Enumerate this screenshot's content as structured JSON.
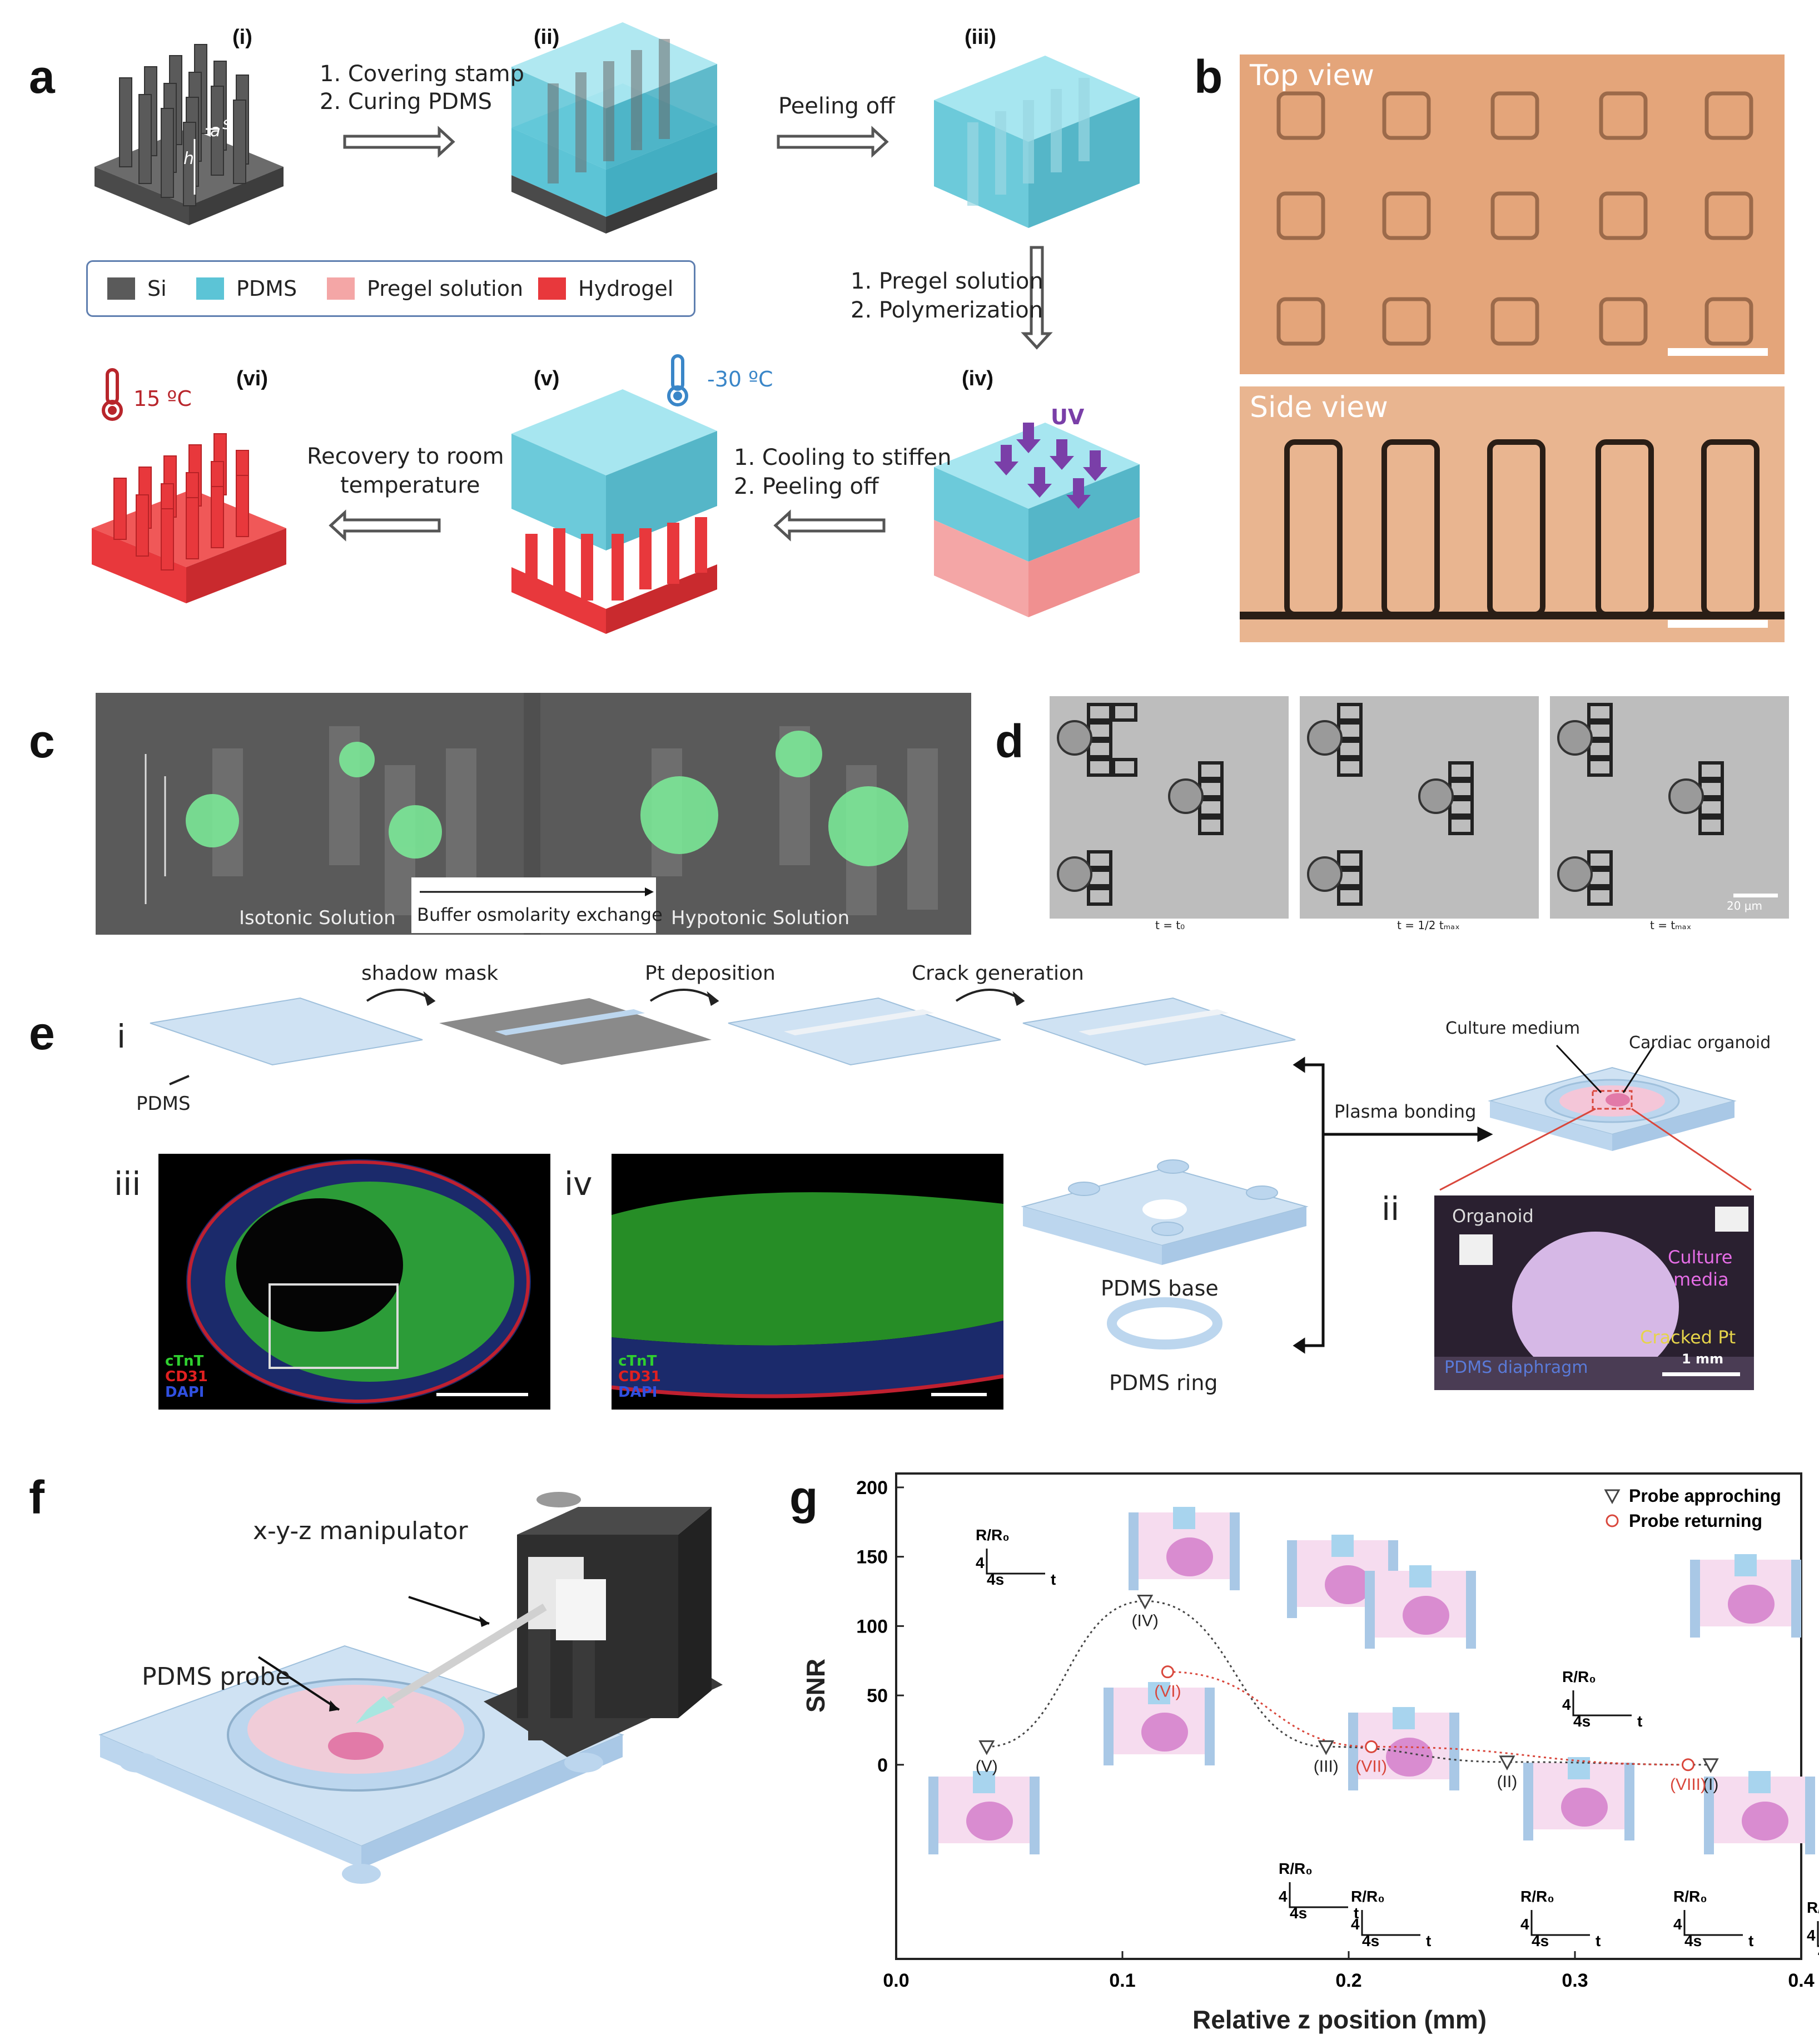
{
  "panel_labels": {
    "a": "a",
    "b": "b",
    "c": "c",
    "d": "d",
    "e": "e",
    "f": "f",
    "g": "g"
  },
  "panel_a": {
    "steps": {
      "i": "(i)",
      "ii": "(ii)",
      "iii": "(iii)",
      "iv": "(iv)",
      "v": "(v)",
      "vi": "(vi)"
    },
    "dims": {
      "a": "a",
      "s": "s",
      "h": "h"
    },
    "arrow1_line1": "1. Covering stamp",
    "arrow1_line2": "2. Curing PDMS",
    "arrow2": "Peeling off",
    "arrow3_line1": "1. Pregel solution",
    "arrow3_line2": "2. Polymerization",
    "arrow4_line1": "1. Cooling to stiffen",
    "arrow4_line2": "2. Peeling off",
    "arrow5_line1": "Recovery to room",
    "arrow5_line2": "temperature",
    "uv_label": "UV",
    "cold_temp": "-30 ºC",
    "warm_temp": "15 ºC",
    "legend": [
      {
        "label": "Si",
        "color": "#5a5a5a"
      },
      {
        "label": "PDMS",
        "color": "#5cc4d6"
      },
      {
        "label": "Pregel solution",
        "color": "#f4a6a6"
      },
      {
        "label": "Hydrogel",
        "color": "#e8383c"
      }
    ]
  },
  "panel_b": {
    "top_title": "Top view",
    "side_title": "Side view"
  },
  "panel_c": {
    "left_caption": "Isotonic Solution",
    "middle_caption": "Buffer osmolarity exchange",
    "right_caption": "Hypotonic Solution"
  },
  "panel_d": {
    "captions": [
      "t = t₀",
      "t = 1/2 tₘₐₓ",
      "t = tₘₐₓ"
    ],
    "scale": "20 μm"
  },
  "panel_e": {
    "roman": {
      "i": "i",
      "ii": "ii",
      "iii": "iii",
      "iv": "iv"
    },
    "shadow_mask": "shadow mask",
    "pt_deposition": "Pt deposition",
    "crack_generation": "Crack generation",
    "pdms": "PDMS",
    "culture_medium": "Culture medium",
    "cardiac_organoid": "Cardiac organoid",
    "plasma_bonding": "Plasma bonding",
    "pdms_base": "PDMS base",
    "pdms_ring": "PDMS ring",
    "stain_labels": [
      {
        "label": "cTnT",
        "color": "#2fd02f"
      },
      {
        "label": "CD31",
        "color": "#e02020"
      },
      {
        "label": "DAPI",
        "color": "#3050e0"
      }
    ],
    "photo_labels": {
      "organoid": "Organoid",
      "culture_media_1": "Culture",
      "culture_media_2": "media",
      "cracked_pt": "Cracked Pt",
      "diaphragm": "PDMS diaphragm",
      "scale": "1 mm"
    }
  },
  "panel_f": {
    "manipulator": "x-y-z manipulator",
    "probe": "PDMS probe"
  },
  "panel_g": {
    "chart_data": {
      "type": "scatter",
      "xlabel": "Relative z position (mm)",
      "ylabel": "SNR",
      "xlim": [
        0.0,
        0.4
      ],
      "ylim": [
        -140,
        210
      ],
      "xticks": [
        "0.0",
        "0.1",
        "0.2",
        "0.3",
        "0.4"
      ],
      "yticks": [
        "0",
        "50",
        "100",
        "150",
        "200"
      ],
      "legend_position": "top-right",
      "series": [
        {
          "name": "Probe approching",
          "marker": "triangle-down",
          "color": "#444444",
          "points": [
            {
              "x": 0.36,
              "y": 0,
              "label": "(I)"
            },
            {
              "x": 0.27,
              "y": 2,
              "label": "(II)"
            },
            {
              "x": 0.19,
              "y": 13,
              "label": "(III)"
            },
            {
              "x": 0.11,
              "y": 118,
              "label": "(IV)"
            },
            {
              "x": 0.04,
              "y": 13,
              "label": "(V)"
            }
          ]
        },
        {
          "name": "Probe returning",
          "marker": "circle",
          "color": "#d9473c",
          "points": [
            {
              "x": 0.12,
              "y": 67,
              "label": "(VI)"
            },
            {
              "x": 0.21,
              "y": 13,
              "label": "(VII)"
            },
            {
              "x": 0.35,
              "y": 0,
              "label": "(VIII)"
            }
          ]
        }
      ]
    },
    "inset_axis_y": "R/R₀",
    "inset_axis_t": "t",
    "inset_scale_y": "4",
    "inset_scale_t": "4s"
  }
}
